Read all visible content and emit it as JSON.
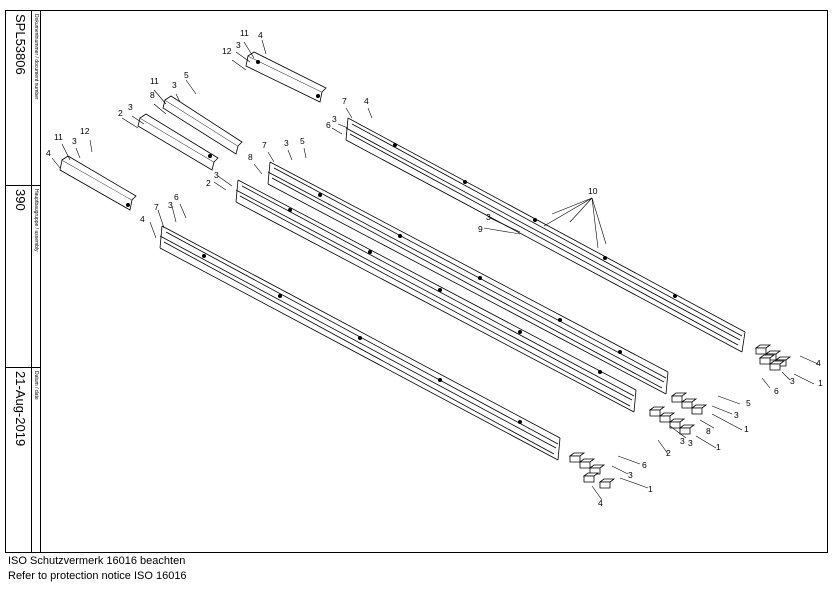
{
  "title_block": {
    "document_number_label": "Dokumentnummer / document number",
    "document_number": "SPL53806",
    "assembly_label": "Hauptbaugruppe / assembly",
    "assembly": "390",
    "date_label": "Datum / date",
    "date": "21-Aug-2019"
  },
  "footer": {
    "line1": "ISO Schutzvermerk 16016 beachten",
    "line2": "Refer to protection notice ISO 16016"
  },
  "callouts": [
    "11",
    "4",
    "3",
    "12",
    "5",
    "11",
    "3",
    "8",
    "2",
    "3",
    "7",
    "4",
    "6",
    "3",
    "11",
    "3",
    "12",
    "4",
    "7",
    "3",
    "5",
    "8",
    "2",
    "3",
    "10",
    "3",
    "9",
    "4",
    "7",
    "3",
    "6",
    "4",
    "3",
    "1",
    "5",
    "3",
    "6",
    "8",
    "3",
    "2",
    "3",
    "1",
    "6",
    "3",
    "4",
    "1",
    "1"
  ]
}
